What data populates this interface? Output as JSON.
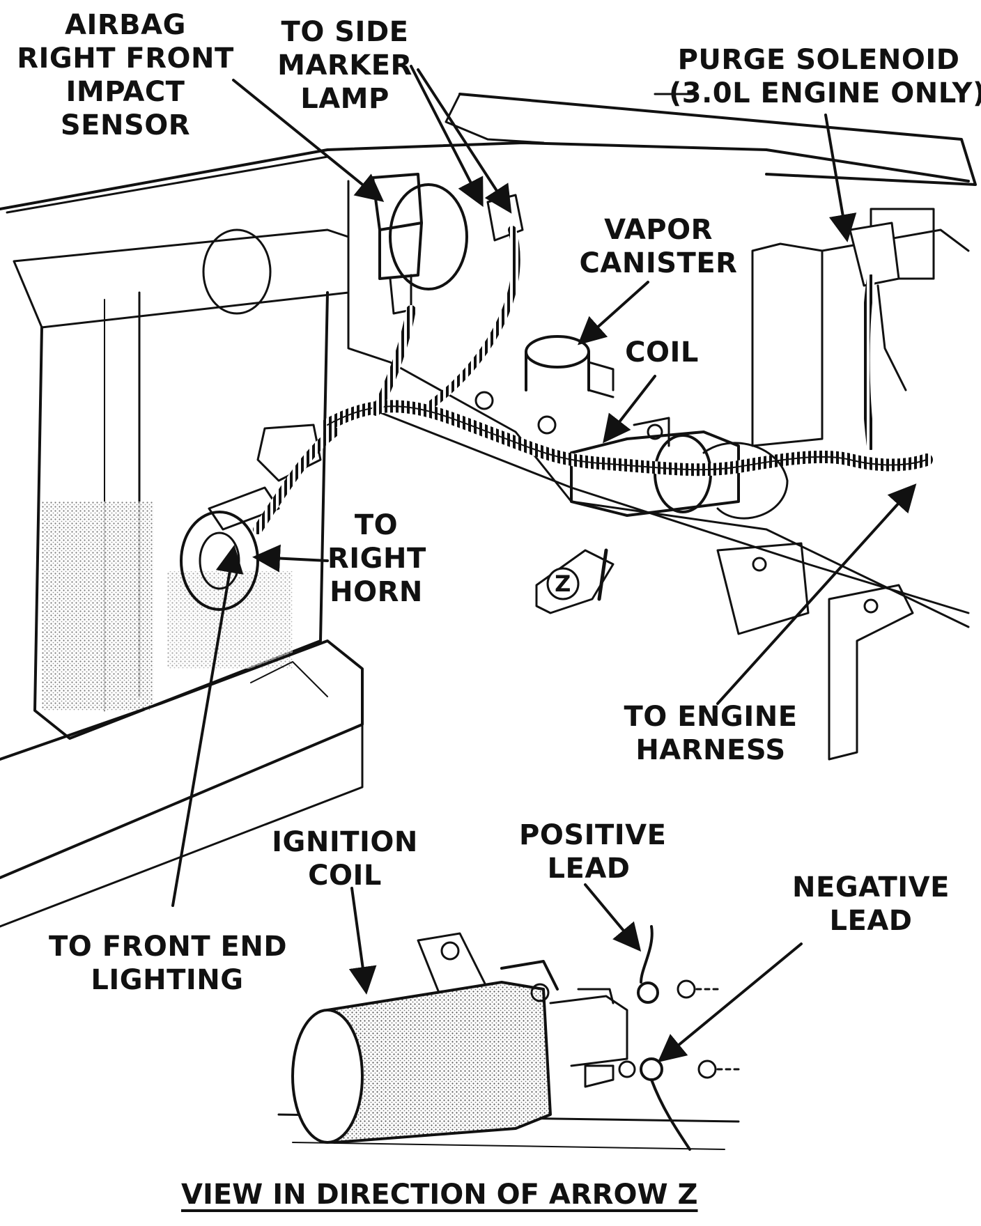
{
  "labels": {
    "airbag_sensor": [
      "AIRBAG",
      "RIGHT FRONT",
      "IMPACT",
      "SENSOR"
    ],
    "side_marker": [
      "TO SIDE",
      "MARKER",
      "LAMP"
    ],
    "purge_solenoid": [
      "PURGE SOLENOID",
      "(3.0L ENGINE ONLY)"
    ],
    "vapor_canister": [
      "VAPOR",
      "CANISTER"
    ],
    "coil": [
      "COIL"
    ],
    "right_horn": [
      "TO",
      "RIGHT",
      "HORN"
    ],
    "engine_harness": [
      "TO ENGINE",
      "HARNESS"
    ],
    "ignition_coil": [
      "IGNITION",
      "COIL"
    ],
    "positive_lead": [
      "POSITIVE",
      "LEAD"
    ],
    "negative_lead": [
      "NEGATIVE",
      "LEAD"
    ],
    "front_end_lighting": [
      "TO FRONT END",
      "LIGHTING"
    ]
  },
  "arrow_marker": "Z",
  "caption": "VIEW IN DIRECTION OF ARROW Z",
  "colors": {
    "ink": "#111111",
    "background": "#ffffff",
    "shade": "#9a9a9a"
  }
}
